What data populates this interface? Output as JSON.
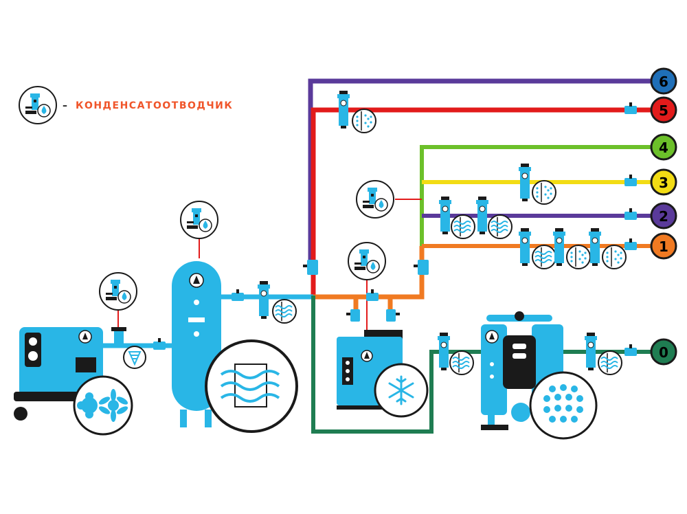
{
  "legend": {
    "dash": "–",
    "text": "КОНДЕНСАТООТВОДЧИК",
    "icon": "condensate-drain-icon"
  },
  "outlets": [
    {
      "label": "6",
      "color": "#1f6fb8",
      "text_color": "#000000"
    },
    {
      "label": "5",
      "color": "#e21b1b",
      "text_color": "#000000"
    },
    {
      "label": "4",
      "color": "#6cc02a",
      "text_color": "#000000"
    },
    {
      "label": "3",
      "color": "#f2dc14",
      "text_color": "#000000"
    },
    {
      "label": "2",
      "color": "#5a3a9a",
      "text_color": "#000000"
    },
    {
      "label": "1",
      "color": "#f07a22",
      "text_color": "#000000"
    },
    {
      "label": "0",
      "color": "#1f7d52",
      "text_color": "#000000"
    }
  ],
  "colors": {
    "equipment": "#29b6e6",
    "dark": "#1a1a1a",
    "legend_text": "#f0552a",
    "pipe_main": "#29b6e6",
    "pipe_orange": "#f07a22",
    "pipe_red": "#e21b1b",
    "pipe_purple": "#5a3a9a",
    "pipe_green": "#1f7d52",
    "pipe_light_green": "#6cc02a",
    "pipe_yellow": "#f2dc14",
    "pipe_blue": "#1f6fb8"
  },
  "equipment": [
    {
      "name": "compressor",
      "icon": "rotary-screw-icon"
    },
    {
      "name": "receiver",
      "icon": "air-flow-icon"
    },
    {
      "name": "refrigerated-dryer",
      "icon": "snowflake-icon"
    },
    {
      "name": "adsorption-dryer",
      "icon": "adsorbent-beads-icon"
    }
  ]
}
